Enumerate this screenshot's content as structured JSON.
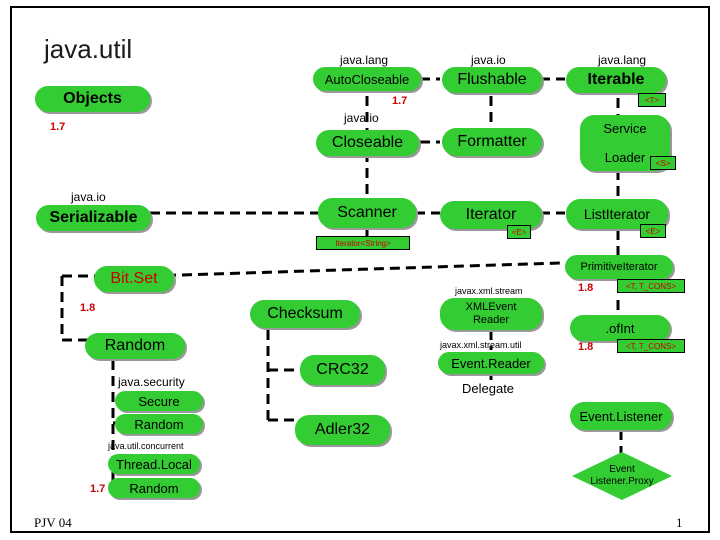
{
  "title": "java.util",
  "footer": {
    "left": "PJV 04",
    "page": "1"
  },
  "packages": {
    "java_lang_1": "java.lang",
    "java_io_1": "java.io",
    "java_lang_2": "java.lang",
    "java_io_2": "java.io",
    "java_io_3": "java.io",
    "javax_xml_stream": "javax.xml.stream",
    "javax_xml_stream_util": "javax.xml.stream.util",
    "java_security": "java.security",
    "java_util_concurrent": "java.util.concurrent"
  },
  "nodes": {
    "objects": "Objects",
    "autocloseable": "AutoCloseable",
    "flushable": "Flushable",
    "iterable": "Iterable",
    "closeable": "Closeable",
    "formatter": "Formatter",
    "service": "Service",
    "loader": "Loader",
    "serializable": "Serializable",
    "scanner": "Scanner",
    "iterator": "Iterator",
    "listiterator": "ListIterator",
    "primitiveiterator": "PrimitiveIterator",
    "ofint": ".ofInt",
    "bitset": "Bit.Set",
    "checksum": "Checksum",
    "xmlevent_reader": "XMLEvent\nReader",
    "random": "Random",
    "crc32": "CRC32",
    "eventreader": "Event.Reader",
    "delegate": "Delegate",
    "secure": "Secure",
    "secure_random": "Random",
    "adler32": "Adler32",
    "eventlistener": "Event.Listener",
    "threadlocal": "Thread.Local",
    "tl_random": "Random",
    "eventlistenerproxy": "Event\nListener.Proxy"
  },
  "versions": {
    "objects": "1.7",
    "autocloseable": "1.7",
    "bitset": "1.8",
    "primitiveiterator": "1.8",
    "ofint": "1.8",
    "threadlocal_random": "1.7"
  },
  "generics": {
    "iterable": "<T>",
    "service_loader": "<S>",
    "iterator": "<E>",
    "listiterator": "<E>",
    "scanner_iterator": "Iterator<String>",
    "primitiveiterator": "<T, T_CONS>",
    "ofint": "<T, T_CONS>"
  },
  "colors": {
    "node": "#33cc33",
    "version": "#cc0000"
  }
}
